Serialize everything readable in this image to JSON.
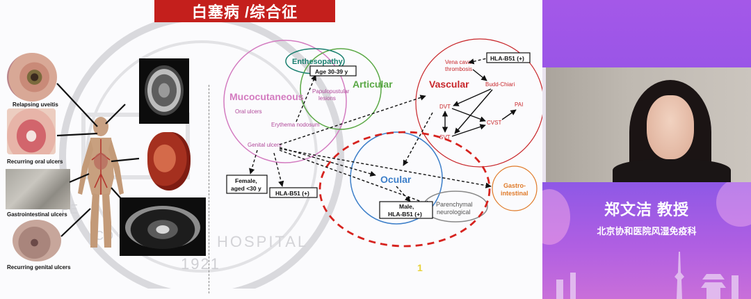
{
  "slide": {
    "title": "白塞病 /综合征",
    "page_marker": "1"
  },
  "watermark": {
    "hospital_text": "HOSPITAL",
    "year_text": "1921",
    "fragment_pe": "PE",
    "fragment_co": "CO"
  },
  "left_figure": {
    "captions": {
      "uveitis": "Relapsing uveitis",
      "oral": "Recurring oral ulcers",
      "gi": "Gastrointestinal ulcers",
      "genital": "Recurring genital ulcers"
    }
  },
  "diagram": {
    "circles": {
      "mucocutaneous": "Mucocutaneous",
      "articular": "Articular",
      "enthesopathy": "Enthesopathy",
      "vascular": "Vascular",
      "ocular": "Ocular",
      "gastrointestinal_line1": "Gastro-",
      "gastrointestinal_line2": "intestinal",
      "parenchymal_line1": "Parenchymal",
      "parenchymal_line2": "neurological"
    },
    "labels": {
      "oral_ulcers": "Oral ulcers",
      "papulopustular_line1": "Papulopustular",
      "papulopustular_line2": "lesions",
      "erythema_nodosum": "Erythema nodosum",
      "genital_ulcers": "Genital ulcers",
      "vena_cava_line1": "Vena cava",
      "vena_cava_line2": "thrombosis",
      "budd_chiari": "Budd-Chiari",
      "dvt": "DVT",
      "cvst": "CVST",
      "pai": "PAI",
      "svt": "SVT"
    },
    "boxes": {
      "age": "Age 30-39 y",
      "hla_vascular": "HLA-B51 (+)",
      "female_line1": "Female,",
      "female_line2": "aged <30 y",
      "hla_bottom": "HLA-B51 (+)",
      "male_line1": "Male,",
      "male_line2": "HLA-B51 (+)"
    }
  },
  "speaker": {
    "name": "郑文洁   教授",
    "org": "北京协和医院风湿免疫科"
  },
  "colors": {
    "title_red": "#c41f1c",
    "mucocutaneous_pink": "#d37bc0",
    "articular_green": "#5aa845",
    "enthesopathy_teal": "#1a8070",
    "vascular_red": "#c8262a",
    "ocular_blue": "#3d7fc9",
    "gi_orange": "#e07b2a",
    "dashed_red": "#d6231f",
    "banner_purple": "#a35fe3"
  }
}
